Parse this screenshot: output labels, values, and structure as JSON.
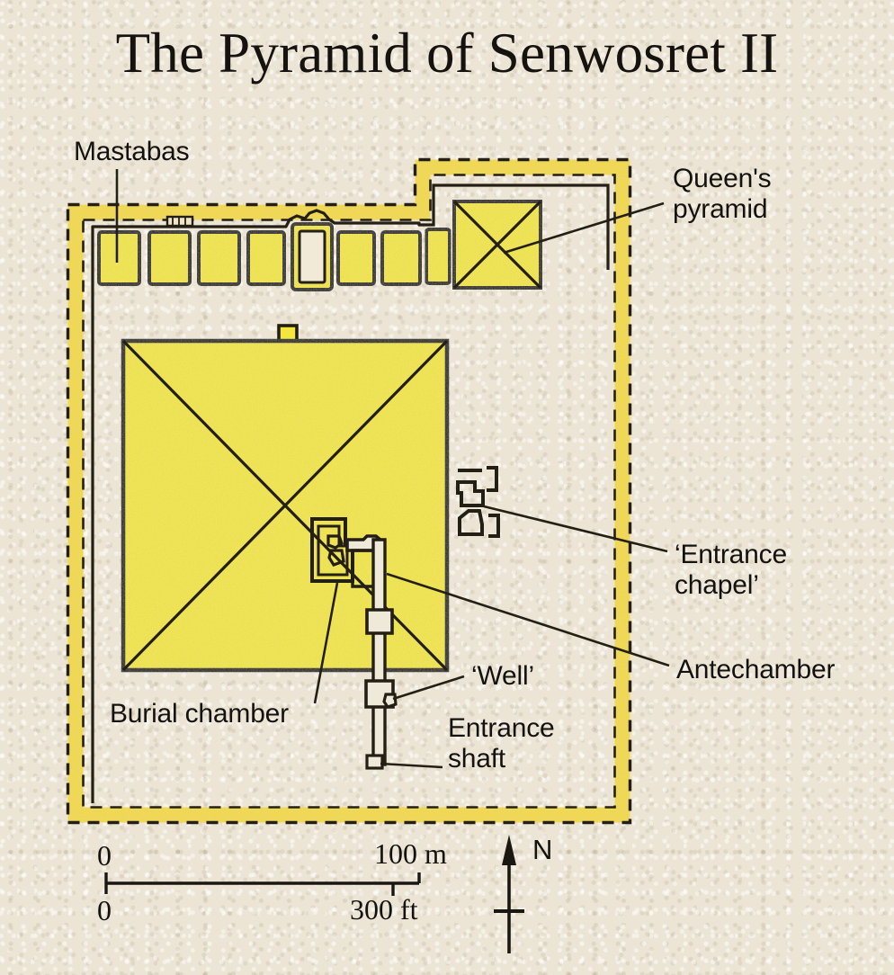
{
  "title": "The Pyramid of Senwosret II",
  "domain_subject": "archaeological site plan",
  "labels": {
    "mastabas": "Mastabas",
    "queens_pyramid": "Queen's\npyramid",
    "entrance_chapel": "‘Entrance\nchapel’",
    "antechamber": "Antechamber",
    "well": "‘Well’",
    "entrance_shaft": "Entrance\nshaft",
    "burial_chamber": "Burial chamber"
  },
  "scale": {
    "metric_start": "0",
    "metric_end": "100 m",
    "imperial_start": "0",
    "imperial_end": "300 ft"
  },
  "compass": {
    "north_label": "N"
  },
  "colors": {
    "paper": "#ece5d5",
    "pyramid_fill": "#f2e63f",
    "wall_yellow": "#f5dd4b",
    "ink": "#1a1712",
    "outline": "#2b2516"
  },
  "features": {
    "mastaba_count": 8,
    "main_pyramid": "square plan with diagonal lines from corners",
    "queens_pyramid": "small square with X diagonals",
    "enclosure": "dashed outer boundary with solid yellow wall band"
  }
}
